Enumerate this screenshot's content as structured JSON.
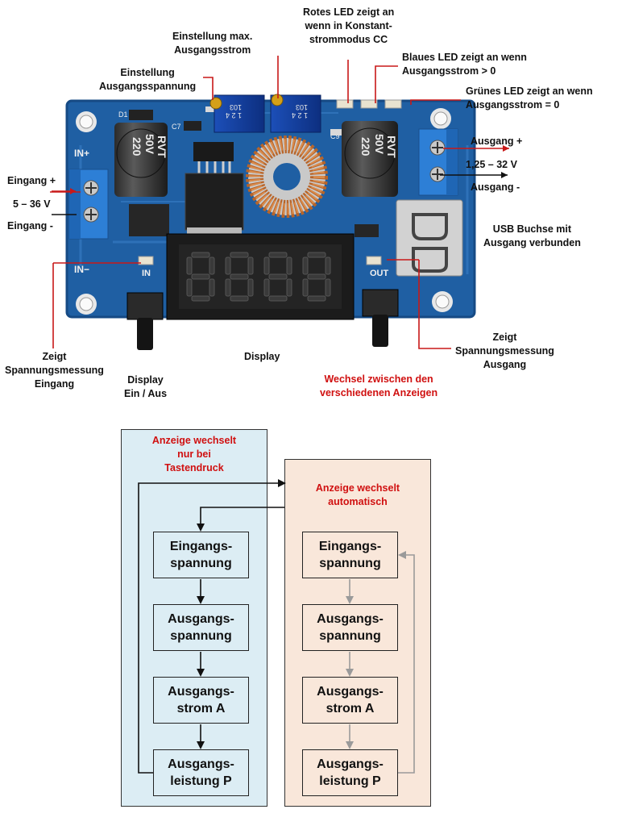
{
  "board": {
    "labels": {
      "rotes_led": [
        "Rotes LED zeigt an",
        "wenn in Konstant-",
        "strommodus CC"
      ],
      "einstellung_strom": [
        "Einstellung max.",
        "Ausgangsstrom"
      ],
      "einstellung_spannung": [
        "Einstellung",
        "Ausgangsspannung"
      ],
      "blaues_led": [
        "Blaues LED zeigt an wenn",
        "Ausgangsstrom > 0"
      ],
      "gruenes_led": [
        "Grünes LED zeigt an wenn",
        "Ausgangsstrom = 0"
      ],
      "eingang_plus": "Eingang +",
      "eingang_range": "5 – 36 V",
      "eingang_minus": "Eingang -",
      "ausgang_plus": "Ausgang +",
      "ausgang_range": "1,25 – 32 V",
      "ausgang_minus": "Ausgang -",
      "usb": [
        "USB Buchse mit",
        "Ausgang verbunden"
      ],
      "zeigt_eingang": [
        "Zeigt",
        "Spannungsmessung",
        "Eingang"
      ],
      "display_taster": [
        "Display",
        "Ein / Aus"
      ],
      "display": "Display",
      "wechsel": [
        "Wechsel zwischen den",
        "verschiedenen Anzeigen"
      ],
      "zeigt_ausgang": [
        "Zeigt",
        "Spannungsmessung",
        "Ausgang"
      ]
    },
    "silkscreen": {
      "in_plus": "IN+",
      "in_minus": "IN−",
      "in": "IN",
      "out": "OUT",
      "cap_left": [
        "220",
        "50V",
        "RVT"
      ],
      "cap_right": [
        "220",
        "50V",
        "RVT"
      ],
      "pot_left": [
        "103",
        "1 2 4"
      ],
      "pot_right": [
        "103",
        "1 2 4"
      ],
      "c7": "C7",
      "c9": "C9",
      "d1": "D1"
    }
  },
  "flow": {
    "left_panel": {
      "title": [
        "Anzeige wechselt",
        "nur bei",
        "Tastendruck"
      ],
      "boxes": [
        [
          "Eingangs-",
          "spannung"
        ],
        [
          "Ausgangs-",
          "spannung"
        ],
        [
          "Ausgangs-",
          "strom A"
        ],
        [
          "Ausgangs-",
          "leistung P"
        ]
      ]
    },
    "right_panel": {
      "title": [
        "Anzeige wechselt",
        "automatisch"
      ],
      "boxes": [
        [
          "Eingangs-",
          "spannung"
        ],
        [
          "Ausgangs-",
          "spannung"
        ],
        [
          "Ausgangs-",
          "strom A"
        ],
        [
          "Ausgangs-",
          "leistung P"
        ]
      ]
    }
  },
  "colors": {
    "pcb": "#1f5fa3",
    "annotation_line": "#c81818",
    "left_panel_bg": "#dcedf4",
    "right_panel_bg": "#f9e7da",
    "highlight_text": "#d01010"
  }
}
